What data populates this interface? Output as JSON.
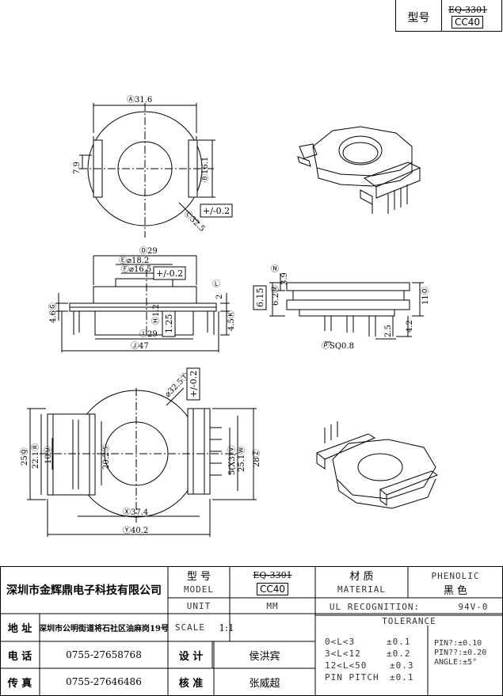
{
  "header": {
    "model_label": "型号",
    "model_value_struck": "EQ-3301",
    "model_value": "CC40"
  },
  "drawing": {
    "top_view": {
      "dim_a": "Ⓐ31.6",
      "dim_b": "Ⓑ16.1",
      "dim_left": "7.9",
      "dim_c": "Ⓒ32.5",
      "tol_c": "+/-0.2"
    },
    "side_view": {
      "dim_d": "Ⓓ29",
      "dim_e": "Ⓔ⌀18.2",
      "dim_f": "Ⓕ⌀16.5",
      "tol_f": "+/-0.2",
      "dim_l": "Ⓛ",
      "dim_2": "2",
      "dim_g": "4.6Ⓖ",
      "dim_h": "Ⓗ1.2",
      "tol_h": "1.25",
      "dim_k": "4.5Ⓚ",
      "dim_i": "Ⓘ29",
      "dim_j": "Ⓙ47"
    },
    "end_view": {
      "dim_n": "Ⓝ",
      "dim_39": "3.9",
      "dim_m": "6.2Ⓜ",
      "tol_m": "6.15",
      "dim_o": "11Ⓞ",
      "dim_25": "2.5",
      "dim_42": "4.2",
      "dim_p": "ⓅSQ0.8"
    },
    "bottom_view": {
      "dim_t": "⌀32.5Ⓣ",
      "tol_t": "+/-0.2",
      "dim_q": "25Ⓠ",
      "dim_r": "22.1Ⓡ",
      "dim_u": "10Ⓤ",
      "dim_s": "20.2Ⓢ",
      "dim_x13": "5(X3)Ⓥ",
      "dim_w": "25.1Ⓦ",
      "dim_28": "28Ⓩ",
      "dim_x": "Ⓧ37.4",
      "dim_y": "Ⓨ40.2"
    }
  },
  "title_block": {
    "company": "深圳市金辉鼎电子科技有限公司",
    "model_cn": "型 号",
    "model_en": "MODEL",
    "model_struck": "EQ-3301",
    "model_value": "CC40",
    "material_cn": "材 质",
    "material_en": "MATERIAL",
    "material_value": "PHENOLIC",
    "material_color": "黑 色",
    "unit_label": "UNIT",
    "unit_value": "MM",
    "ul_label": "UL RECOGNITION:",
    "ul_value": "94V-0",
    "address_label": "地 址",
    "address_value": "深圳市公明街道将石社区油麻岗19号",
    "scale_label": "SCALE",
    "scale_value": "1:1",
    "tolerance_label": "TOLERANCE",
    "phone_label": "电 话",
    "phone_value": "0755-27658768",
    "design_label": "设 计",
    "design_value": "侯洪宾",
    "fax_label": "传 真",
    "fax_value": "0755-27646486",
    "approve_label": "核 准",
    "approve_value": "张威超",
    "tol_rows": [
      {
        "range": "0<L<3",
        "tol": "±0.1"
      },
      {
        "range": "3<L<12",
        "tol": "±0.2"
      },
      {
        "range": "12<L<50",
        "tol": "±0.3"
      },
      {
        "range": "PIN PITCH",
        "tol": "±0.1"
      }
    ],
    "pin_tol": [
      "PIN?:±0.10",
      "PIN??:±0.20",
      "ANGLE:±5°"
    ]
  }
}
